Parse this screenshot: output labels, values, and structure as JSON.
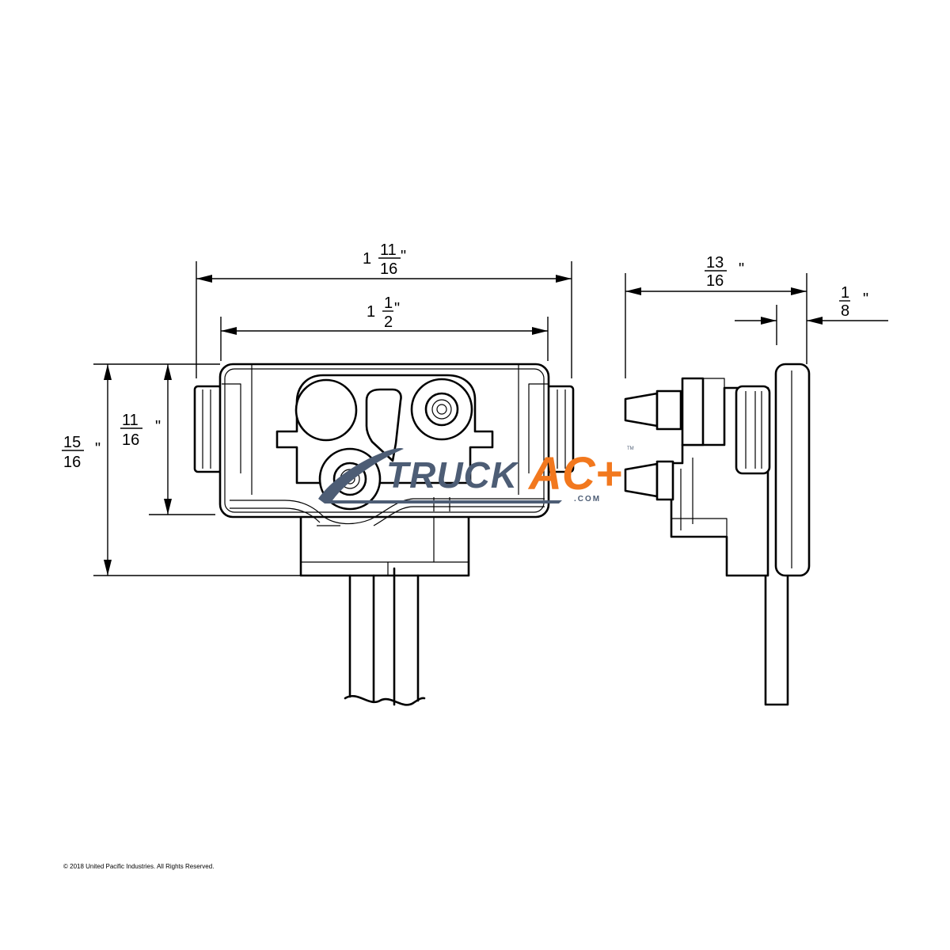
{
  "dimensions": {
    "overall_width": {
      "whole": "1",
      "num": "11",
      "den": "16",
      "unit": "\""
    },
    "body_width": {
      "whole": "1",
      "num": "1",
      "den": "2",
      "unit": "\""
    },
    "overall_height": {
      "num": "15",
      "den": "16",
      "unit": "\""
    },
    "body_height": {
      "num": "11",
      "den": "16",
      "unit": "\""
    },
    "side_depth": {
      "num": "13",
      "den": "16",
      "unit": "\""
    },
    "flange_thickness": {
      "num": "1",
      "den": "8",
      "unit": "\""
    }
  },
  "watermark": {
    "word1": "TRUCK",
    "word2": "AC+",
    "suffix": ".COM",
    "trademark": "TM",
    "colors": {
      "primary": "#4d5d75",
      "accent": "#f2781e"
    }
  },
  "copyright": "© 2018 United Pacific Industries. All Rights Reserved."
}
